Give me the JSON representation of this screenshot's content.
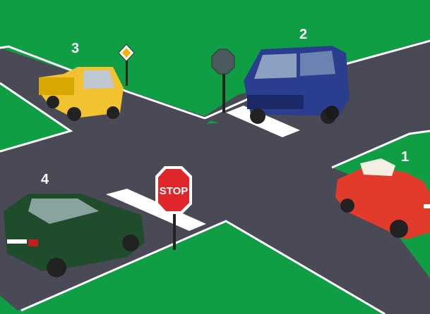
{
  "scene": {
    "colors": {
      "grass": "#0f9e44",
      "road": "#4a4a57",
      "marking": "#ffffff",
      "stop_sign": "#e0262a",
      "priority_sign": "#f0b400",
      "car1": "#e23a2b",
      "car2": "#2a3d8f",
      "car3": "#f2c230",
      "car4": "#1f4d2c"
    },
    "vehicles": [
      {
        "number": "1",
        "type": "red convertible"
      },
      {
        "number": "2",
        "type": "blue minivan"
      },
      {
        "number": "3",
        "type": "yellow pickup truck"
      },
      {
        "number": "4",
        "type": "dark green hatchback"
      }
    ],
    "signs": {
      "stop_text": "STOP",
      "priority_road_icon": "priority-road-icon",
      "octagon_back_icon": "stop-sign-back-icon"
    }
  }
}
